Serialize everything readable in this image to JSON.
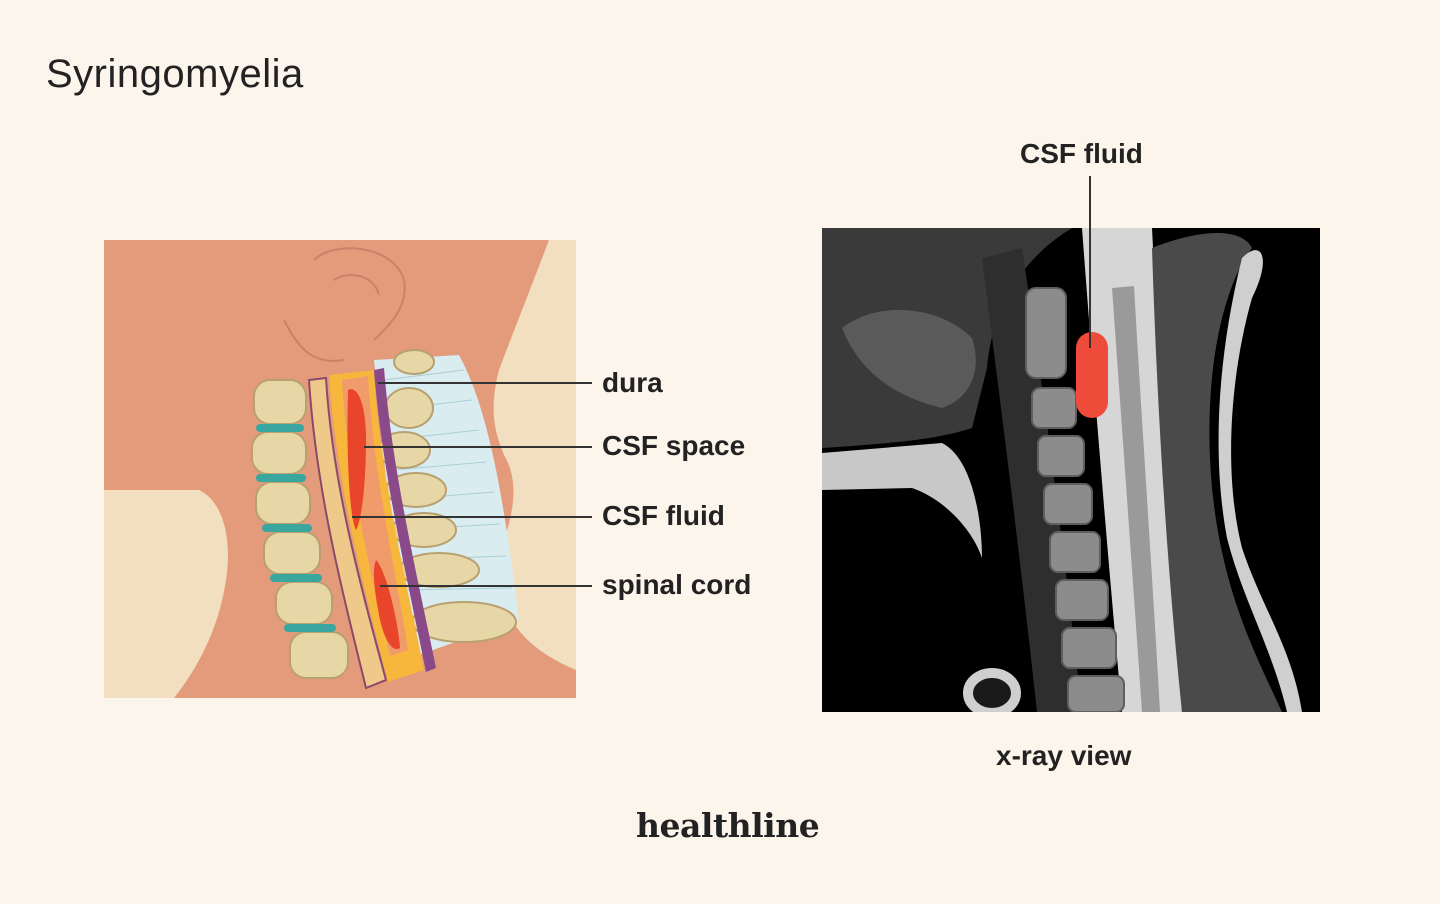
{
  "title": "Syringomyelia",
  "anatomy": {
    "labels": {
      "dura": "dura",
      "csf_space": "CSF space",
      "csf_fluid": "CSF fluid",
      "spinal_cord": "spinal cord"
    }
  },
  "xray": {
    "label": "CSF fluid",
    "caption": "x-ray view"
  },
  "brand": "healthline",
  "colors": {
    "background": "#fcf5ec",
    "skin": "#e39b7b",
    "bone": "#e8d7a6",
    "csf_fluid": "#e8452b",
    "csf_space": "#f6b73c",
    "xray_bg": "#000000",
    "highlight": "#ef4b3b"
  }
}
